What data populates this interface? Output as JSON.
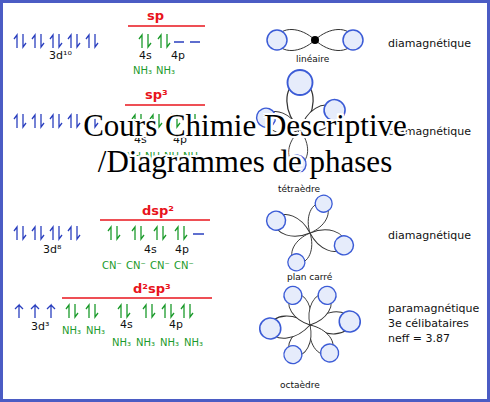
{
  "diagram": {
    "labels": [
      "sp",
      "3d¹⁰",
      "4s",
      "4p",
      "NH₃",
      "NH₃",
      "linéaire",
      "diamagnétique",
      "sp³",
      "4s",
      "4p",
      "NH₃",
      "NH₃",
      "NH₃",
      "NH₃",
      "tétraèdre",
      "diamagnétique",
      "Cours Chimie Descriptive /Diagrammes de phases",
      "dsp²",
      "3d⁸",
      "4s",
      "4p",
      "CN⁻",
      "CN⁻",
      "CN⁻",
      "CN⁻",
      "plan carré",
      "diamagnétique",
      "d²sp³",
      "3d³",
      "NH₃",
      "NH₃",
      "4s",
      "4p",
      "NH₃",
      "NH₃",
      "NH₃",
      "NH₃",
      "octaèdre",
      "paramagnétique",
      "3e célibataires",
      "neff = 3.87"
    ]
  }
}
